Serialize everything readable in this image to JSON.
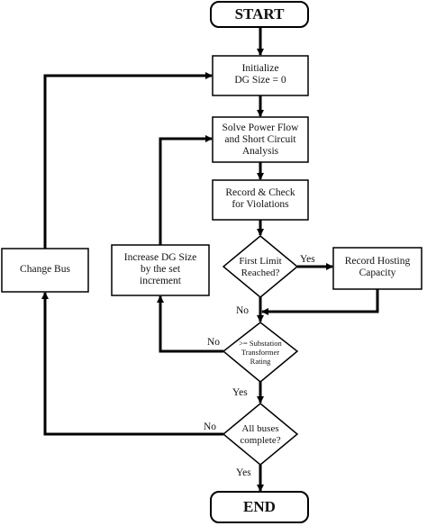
{
  "flowchart": {
    "start": "START",
    "initialize": "Initialize\nDG Size = 0",
    "solve": "Solve Power Flow\nand Short Circuit\nAnalysis",
    "record_check": "Record & Check\nfor Violations",
    "first_limit": "First Limit\nReached?",
    "record_hosting": "Record Hosting\nCapacity",
    "change_bus": "Change Bus",
    "increase_dg": "Increase DG Size\nby the set\nincrement",
    "substation": ">= Substation\nTransformer\nRating",
    "all_buses": "All buses\ncomplete?",
    "end": "END",
    "edges": {
      "yes_1": "Yes",
      "no_1": "No",
      "no_2": "No",
      "yes_2": "Yes",
      "no_3": "No",
      "yes_3": "Yes"
    }
  }
}
